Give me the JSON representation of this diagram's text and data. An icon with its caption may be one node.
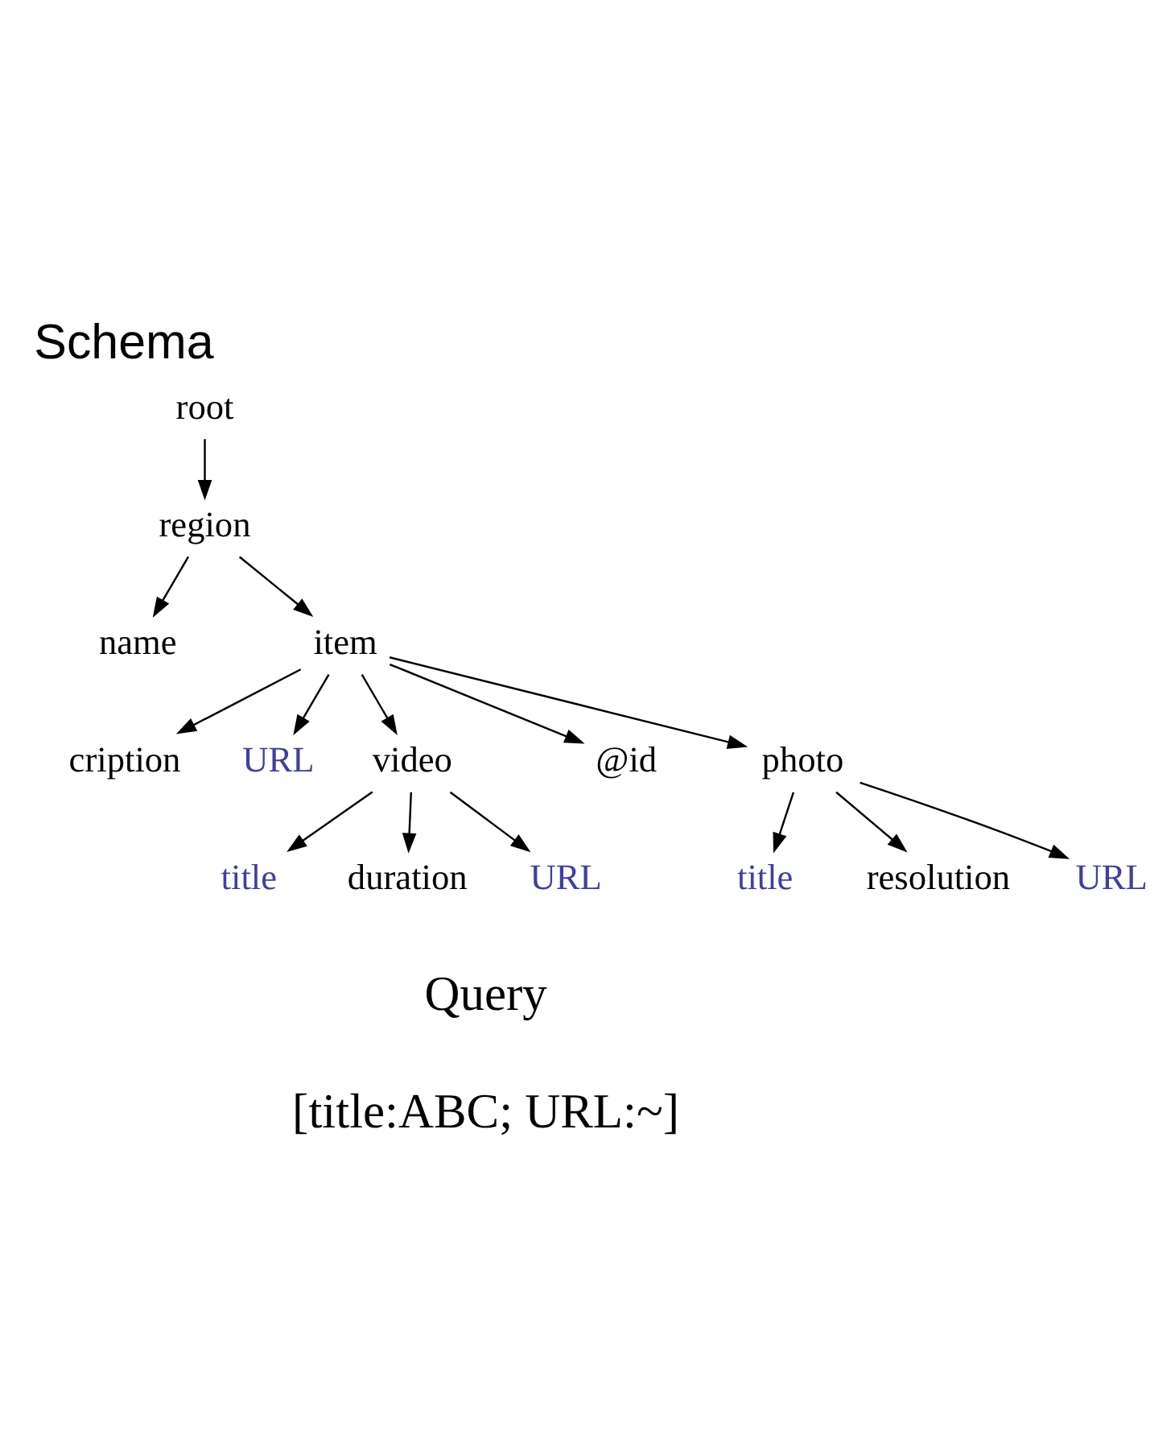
{
  "diagram": {
    "title": "Schema",
    "nodes": [
      {
        "text": [
          "root"
        ]
      },
      {
        "text": [
          "region"
        ]
      },
      {
        "text": [
          "name"
        ]
      },
      {
        "text": [
          "item"
        ]
      },
      {
        "text": [
          "cription"
        ]
      },
      {
        "text": [
          "URL"
        ]
      },
      {
        "text": [
          "video"
        ]
      },
      {
        "text": [
          "@id"
        ]
      },
      {
        "text": [
          "photo"
        ]
      },
      {
        "text": [
          "title"
        ]
      },
      {
        "text": [
          "duration"
        ]
      },
      {
        "text": [
          "URL"
        ]
      },
      {
        "text": [
          "title"
        ]
      },
      {
        "text": [
          "resolution"
        ]
      },
      {
        "text": [
          "URL"
        ]
      }
    ],
    "edges": [
      {
        "from": 0,
        "to": 1,
        "arrow": "to"
      },
      {
        "from": 1,
        "to": 2,
        "arrow": "to"
      },
      {
        "from": 1,
        "to": 3,
        "arrow": "to"
      },
      {
        "from": 3,
        "to": 4,
        "arrow": "to"
      },
      {
        "from": 3,
        "to": 5,
        "arrow": "to"
      },
      {
        "from": 3,
        "to": 6,
        "arrow": "to"
      },
      {
        "from": 3,
        "to": 7,
        "arrow": "to"
      },
      {
        "from": 3,
        "to": 8,
        "arrow": "to"
      },
      {
        "from": 6,
        "to": 9,
        "arrow": "to"
      },
      {
        "from": 6,
        "to": 10,
        "arrow": "to"
      },
      {
        "from": 6,
        "to": 11,
        "arrow": "to"
      },
      {
        "from": 8,
        "to": 12,
        "arrow": "to"
      },
      {
        "from": 8,
        "to": 13,
        "arrow": "to"
      },
      {
        "from": 8,
        "to": 14,
        "arrow": "to"
      }
    ],
    "labels": [
      "Query",
      "[title:ABC; URL:~]"
    ]
  }
}
